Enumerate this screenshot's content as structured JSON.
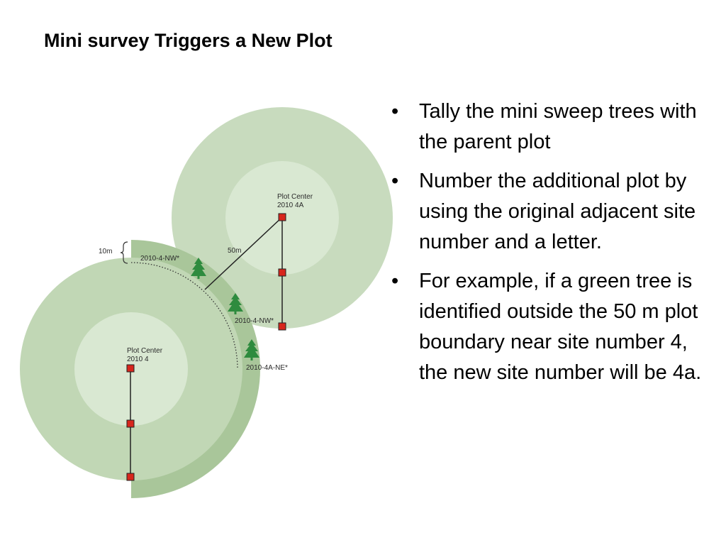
{
  "title": "Mini survey Triggers a New Plot",
  "bullets": [
    "Tally the mini sweep trees with the parent plot",
    "Number the additional plot by using the original adjacent site number and a letter.",
    "For example, if a green tree is identified outside the 50 m plot boundary near site number 4, the new site number will be 4a."
  ],
  "bullet_glyph": "•",
  "diagram": {
    "upper_plot": {
      "label_line1": "Plot Center",
      "label_line2": "2010 4A"
    },
    "lower_plot": {
      "label_line1": "Plot Center",
      "label_line2": "2010 4"
    },
    "ring_width_label": "10m",
    "radius_label": "50m",
    "tree_labels": [
      "2010-4-NW*",
      "2010-4-NW*",
      "2010-4A-NE*"
    ],
    "icons": [
      "tree-icon",
      "plot-marker-icon"
    ],
    "colors": {
      "outer_circle": "#c8dbbe",
      "inner_circle": "#d9e8d2",
      "band": "#a9c69a",
      "lower_outer": "#c1d7b5",
      "tree": "#2e8b3e",
      "marker": "#d7261c"
    }
  }
}
